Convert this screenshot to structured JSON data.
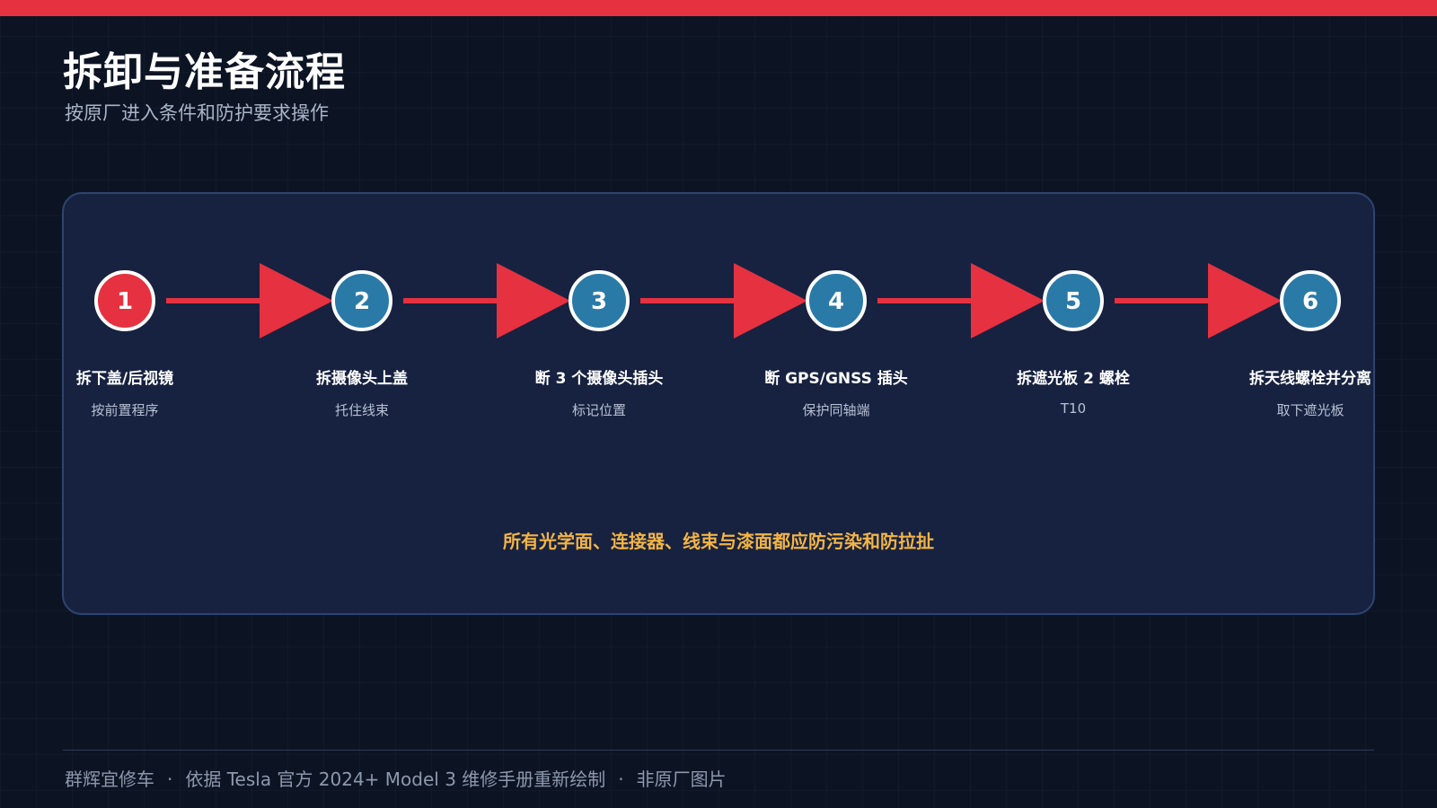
{
  "header": {
    "title": "拆卸与准备流程",
    "subtitle": "按原厂进入条件和防护要求操作"
  },
  "colors": {
    "accent": "#e63140",
    "step_active": "#e63140",
    "step_default": "#2a7aa8",
    "warning": "#f3b445",
    "background": "#0c1424",
    "panel": "#172240"
  },
  "steps": [
    {
      "number": "1",
      "title": "拆下盖/后视镜",
      "desc": "按前置程序",
      "active": true
    },
    {
      "number": "2",
      "title": "拆摄像头上盖",
      "desc": "托住线束",
      "active": false
    },
    {
      "number": "3",
      "title": "断 3 个摄像头插头",
      "desc": "标记位置",
      "active": false
    },
    {
      "number": "4",
      "title": "断 GPS/GNSS 插头",
      "desc": "保护同轴端",
      "active": false
    },
    {
      "number": "5",
      "title": "拆遮光板 2 螺栓",
      "desc": "T10",
      "active": false
    },
    {
      "number": "6",
      "title": "拆天线螺栓并分离",
      "desc": "取下遮光板",
      "active": false
    }
  ],
  "warning": "所有光学面、连接器、线束与漆面都应防污染和防拉扯",
  "footer": {
    "brand": "群辉宜修车",
    "sep1": "·",
    "source": "依据 Tesla 官方 2024+ Model 3 维修手册重新绘制",
    "sep2": "·",
    "note": "非原厂图片"
  }
}
